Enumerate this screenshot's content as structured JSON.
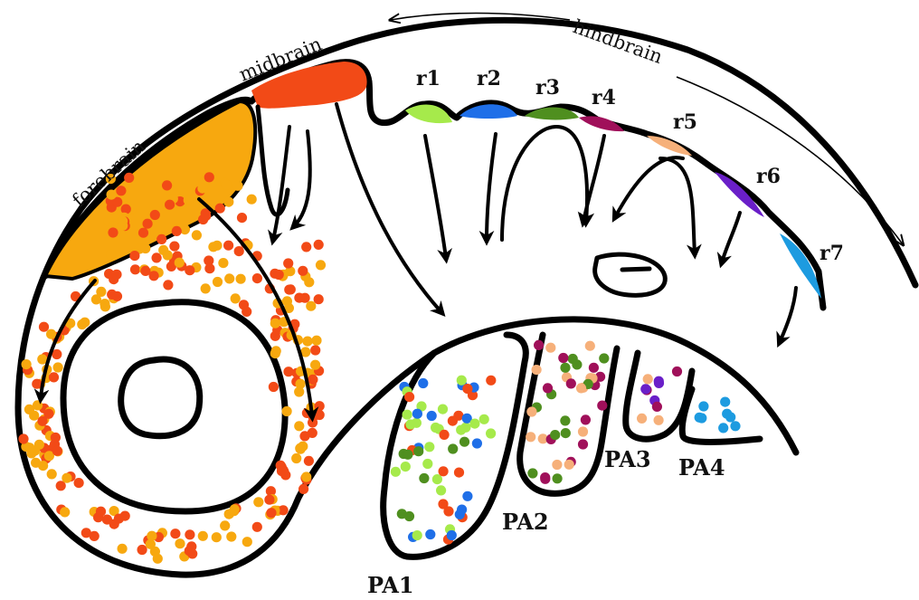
{
  "regions": {
    "forebrain": "forebrain",
    "midbrain": "midbrain",
    "hindbrain": "hindbrain"
  },
  "rhombomeres": [
    {
      "label": "r1",
      "color": "#a6ea4b"
    },
    {
      "label": "r2",
      "color": "#1f6fe8"
    },
    {
      "label": "r3",
      "color": "#4f8f1f"
    },
    {
      "label": "r4",
      "color": "#a0105a"
    },
    {
      "label": "r5",
      "color": "#f6b07a"
    },
    {
      "label": "r6",
      "color": "#6a1fc8"
    },
    {
      "label": "r7",
      "color": "#1d9be0"
    }
  ],
  "pharyngeal_arches": [
    {
      "label": "PA1"
    },
    {
      "label": "PA2"
    },
    {
      "label": "PA3"
    },
    {
      "label": "PA4"
    }
  ],
  "colors": {
    "forebrain_crest": "#f7a80f",
    "midbrain_crest": "#f24a17",
    "outline": "#000000"
  }
}
